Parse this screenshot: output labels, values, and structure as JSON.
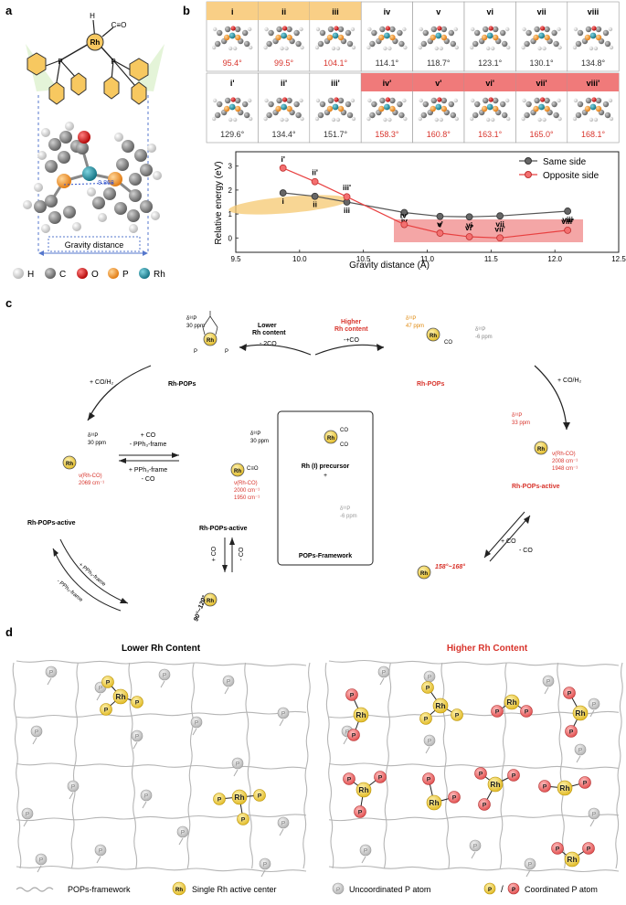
{
  "panel_a": {
    "label": "a",
    "metal": "Rh",
    "atoms": [
      "H",
      "C",
      "O",
      "P"
    ],
    "h_label": "H",
    "p_label": "P",
    "co_label": "C≡O",
    "distance_value": "9.868",
    "gravity_label": "Gravity distance",
    "legend": [
      {
        "label": "H",
        "color": "#e6e6e6"
      },
      {
        "label": "C",
        "color": "#8c8c8c"
      },
      {
        "label": "O",
        "color": "#d21818"
      },
      {
        "label": "P",
        "color": "#f08c14"
      },
      {
        "label": "Rh",
        "color": "#1a8fa0"
      }
    ]
  },
  "panel_b": {
    "label": "b",
    "top_row": [
      {
        "id": "i",
        "angle": "95.4°",
        "highlight": true
      },
      {
        "id": "ii",
        "angle": "99.5°",
        "highlight": true
      },
      {
        "id": "iii",
        "angle": "104.1°",
        "highlight": true
      },
      {
        "id": "iv",
        "angle": "114.1°",
        "highlight": false
      },
      {
        "id": "v",
        "angle": "118.7°",
        "highlight": false
      },
      {
        "id": "vi",
        "angle": "123.1°",
        "highlight": false
      },
      {
        "id": "vii",
        "angle": "130.1°",
        "highlight": false
      },
      {
        "id": "viii",
        "angle": "134.8°",
        "highlight": false
      }
    ],
    "bottom_row": [
      {
        "id": "i'",
        "angle": "129.6°",
        "highlight": false
      },
      {
        "id": "ii'",
        "angle": "134.4°",
        "highlight": false
      },
      {
        "id": "iii'",
        "angle": "151.7°",
        "highlight": false
      },
      {
        "id": "iv'",
        "angle": "158.3°",
        "highlight": true
      },
      {
        "id": "v'",
        "angle": "160.8°",
        "highlight": true
      },
      {
        "id": "vi'",
        "angle": "163.1°",
        "highlight": true
      },
      {
        "id": "vii'",
        "angle": "165.0°",
        "highlight": true
      },
      {
        "id": "viii'",
        "angle": "168.1°",
        "highlight": true
      }
    ],
    "colors": {
      "orange_hl": "#f9cf86",
      "red_hl": "#f07a7a",
      "red_text": "#d8342c",
      "same": "#555555",
      "opposite": "#e84040"
    }
  },
  "chart_data": {
    "type": "line",
    "xlabel": "Gravity distance (Å)",
    "ylabel": "Relative energy (eV)",
    "xlim": [
      9.5,
      12.5
    ],
    "ylim": [
      -0.6,
      3.6
    ],
    "xticks": [
      "9.5",
      "10.0",
      "10.5",
      "11.0",
      "11.5",
      "12.0",
      "12.5"
    ],
    "yticks": [
      "0",
      "1",
      "2",
      "3"
    ],
    "legend_position": "top-right",
    "series": [
      {
        "name": "Same side",
        "color": "#555555",
        "points": [
          [
            9.87,
            1.88
          ],
          [
            10.12,
            1.74
          ],
          [
            10.37,
            1.5
          ],
          [
            10.82,
            1.06
          ],
          [
            11.1,
            0.9
          ],
          [
            11.33,
            0.88
          ],
          [
            11.57,
            0.92
          ],
          [
            12.1,
            1.12
          ]
        ],
        "labels": [
          "i",
          "ii",
          "iii",
          "iv",
          "v",
          "vi",
          "vii",
          "viii"
        ]
      },
      {
        "name": "Opposite side",
        "color": "#e84040",
        "points": [
          [
            9.87,
            2.92
          ],
          [
            10.12,
            2.35
          ],
          [
            10.37,
            1.72
          ],
          [
            10.82,
            0.56
          ],
          [
            11.1,
            0.2
          ],
          [
            11.33,
            0.05
          ],
          [
            11.57,
            0.0
          ],
          [
            12.1,
            0.32
          ]
        ],
        "labels": [
          "i'",
          "ii'",
          "iii'",
          "iv'",
          "v'",
          "vi'",
          "vii'",
          "viii'"
        ]
      }
    ]
  },
  "panel_c": {
    "label": "c",
    "metal": "Rh",
    "h_label": "H",
    "p_label": "P",
    "co_label": "C≡O",
    "co_short": "CO",
    "nmr_symbol": "δ³¹P",
    "ppm_30": "30 ppm",
    "ppm_47": "47 ppm",
    "ppm_33": "33 ppm",
    "ppm_neg6": "-6 ppm",
    "rh_pops": "Rh-POPs",
    "rh_pops_active": "Rh-POPs-active",
    "vco_label": "ν(Rh-CO)",
    "vco_left": "2069 cm⁻¹",
    "vco_mid_1": "2000 cm⁻¹",
    "vco_mid_2": "1950 cm⁻¹",
    "vco_right_1": "2008 cm⁻¹",
    "vco_right_2": "1948 cm⁻¹",
    "lower_1": "Lower",
    "lower_2": "Rh content",
    "minus_2co": "- 2CO",
    "higher_1": "Higher",
    "higher_2": "Rh content",
    "minus_co_right": "-+CO",
    "co_h2": "+ CO/H₂",
    "plus_co": "+ CO",
    "minus_co": "- CO",
    "minus_pph3": "- PPh₃-frame",
    "plus_pph3": "+ PPh₃-frame",
    "angle_left": "90°~120°",
    "angle_right": "158°~168°",
    "precursor": "Rh (I) precursor",
    "plus": "+",
    "framework": "POPs-Framework"
  },
  "panel_d": {
    "label": "d",
    "lower_title": "Lower Rh Content",
    "higher_title": "Higher Rh Content",
    "metal": "Rh",
    "p_label": "P",
    "legend_framework": "POPs-framework",
    "legend_rh": "Single Rh active center",
    "legend_uncoord": "Uncoordinated P atom",
    "legend_coord": "Coordinated P atom",
    "slash": "/",
    "colors": {
      "rh_fill": "#f0d060",
      "p_fill": "#f07878",
      "uncoord": "#cccccc"
    }
  }
}
